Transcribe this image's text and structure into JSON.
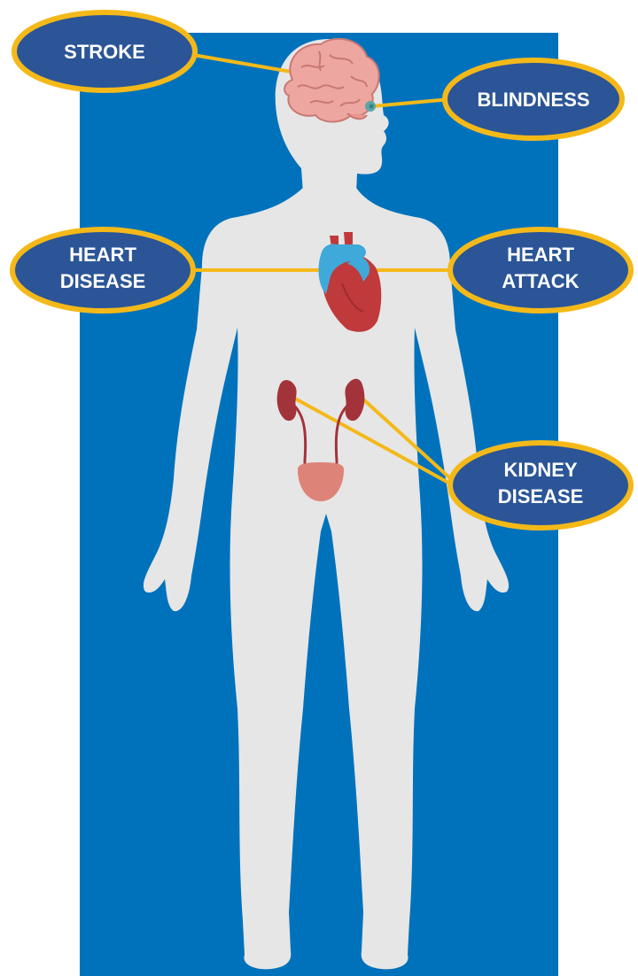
{
  "labels": {
    "stroke": [
      "STROKE"
    ],
    "blindness": [
      "BLINDNESS"
    ],
    "heart_disease": [
      "HEART",
      "DISEASE"
    ],
    "heart_attack": [
      "HEART",
      "ATTACK"
    ],
    "kidney_disease": [
      "KIDNEY",
      "DISEASE"
    ]
  },
  "colors": {
    "panel": "#0072bc",
    "silhouette": "#e6e6e6",
    "label_fill": "#2b5597",
    "label_border": "#f4b919",
    "connector": "#f4b919",
    "brain": "#eea6a1",
    "heart_red": "#c0393b",
    "heart_blue": "#3fa9d9",
    "kidney": "#a3333a",
    "bladder": "#de8378",
    "eye": "#5aa6a8"
  },
  "icons": [
    "brain-icon",
    "eye-icon",
    "heart-icon",
    "kidney-icon",
    "bladder-icon"
  ]
}
